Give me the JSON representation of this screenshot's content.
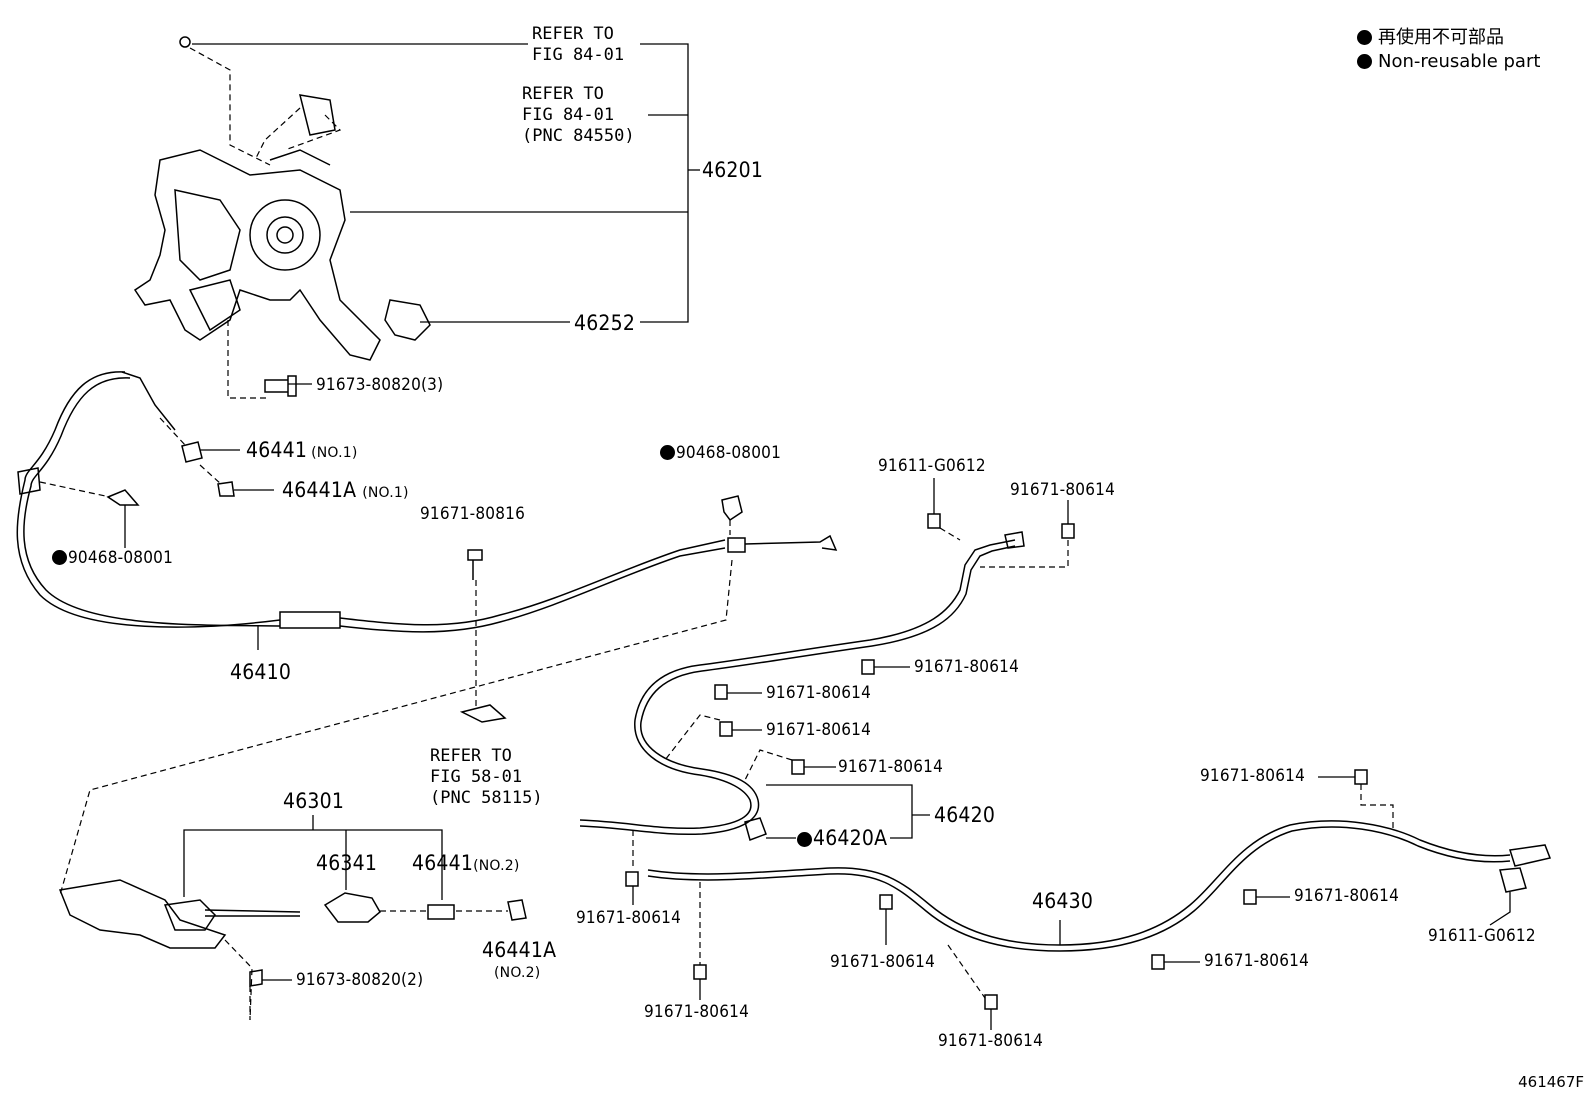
{
  "legend": [
    {
      "text": "再使用不可部品"
    },
    {
      "text": "Non-reusable part"
    }
  ],
  "refs": {
    "ref1": "REFER TO\nFIG 84-01",
    "ref2": "REFER TO\nFIG 84-01\n(PNC 84550)",
    "ref3": "REFER TO\nFIG 58-01\n(PNC 58115)"
  },
  "parts": {
    "p46201": "46201",
    "p46252": "46252",
    "p91673_80820_3": "91673-80820(3)",
    "p46441_1": "46441",
    "p46441_1_sub": "(NO.1)",
    "p46441A_1": "46441A",
    "p46441A_1_sub": "(NO.1)",
    "p90468_a": "90468-08001",
    "p90468_b": "90468-08001",
    "p91671_80816": "91671-80816",
    "p46410": "46410",
    "p91611_a": "91611-G0612",
    "p91671_a": "91671-80614",
    "p91671_b": "91671-80614",
    "p91671_c": "91671-80614",
    "p91671_d": "91671-80614",
    "p91671_e": "91671-80614",
    "p46420": "46420",
    "p46420A": "46420A",
    "p46301": "46301",
    "p46341": "46341",
    "p46441_2": "46441",
    "p46441_2_sub": "(NO.2)",
    "p46441A_2": "46441A",
    "p46441A_2_sub": "(NO.2)",
    "p91673_80820_2": "91673-80820(2)",
    "p91671_f": "91671-80614",
    "p91671_g": "91671-80614",
    "p91671_h": "91671-80614",
    "p91671_i": "91671-80614",
    "p46430": "46430",
    "p91671_j": "91671-80614",
    "p91671_k": "91671-80614",
    "p91671_l": "91671-80614",
    "p91611_b": "91611-G0612"
  },
  "figure_code": "461467F"
}
